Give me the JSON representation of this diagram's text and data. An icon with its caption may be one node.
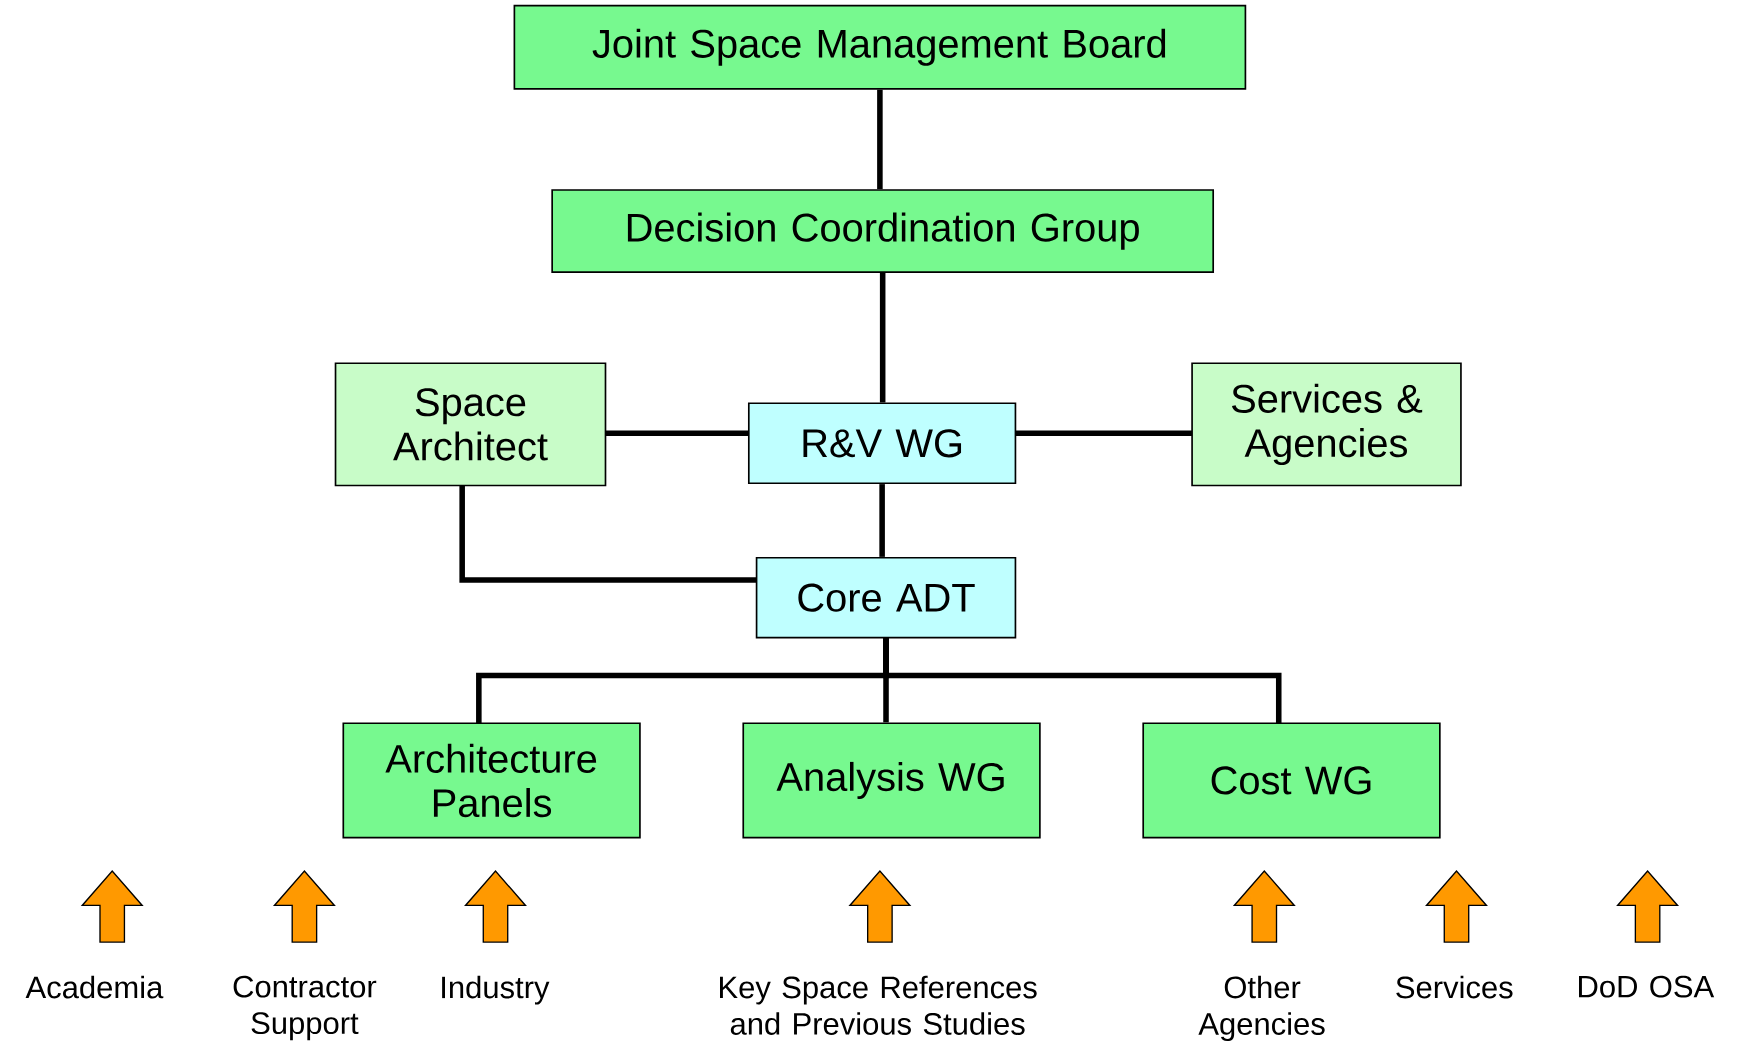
{
  "diagram": {
    "nodes": [
      {
        "text": [
          "Joint Space Management Board"
        ]
      },
      {
        "text": [
          "Decision Coordination Group"
        ]
      },
      {
        "text": [
          "Space Architect"
        ]
      },
      {
        "text": [
          "R&V WG"
        ]
      },
      {
        "text": [
          "Services & Agencies"
        ]
      },
      {
        "text": [
          "Core ADT"
        ]
      },
      {
        "text": [
          "Architecture Panels"
        ]
      },
      {
        "text": [
          "Analysis WG"
        ]
      },
      {
        "text": [
          "Cost WG"
        ]
      }
    ],
    "edges": [
      {
        "from": 0,
        "to": 1,
        "arrow": "none"
      },
      {
        "from": 1,
        "to": 3,
        "arrow": "none"
      },
      {
        "from": 3,
        "to": 2,
        "arrow": "none"
      },
      {
        "from": 3,
        "to": 4,
        "arrow": "none"
      },
      {
        "from": 3,
        "to": 5,
        "arrow": "none"
      },
      {
        "from": 2,
        "to": 5,
        "arrow": "none"
      },
      {
        "from": 5,
        "to": 6,
        "arrow": "none"
      },
      {
        "from": 5,
        "to": 7,
        "arrow": "none"
      },
      {
        "from": 5,
        "to": 8,
        "arrow": "none"
      }
    ],
    "labels": [
      "Academia",
      "Contractor Support",
      "Industry",
      "Key Space References and Previous Studies",
      "Other Agencies",
      "Services",
      "DoD OSA"
    ]
  }
}
